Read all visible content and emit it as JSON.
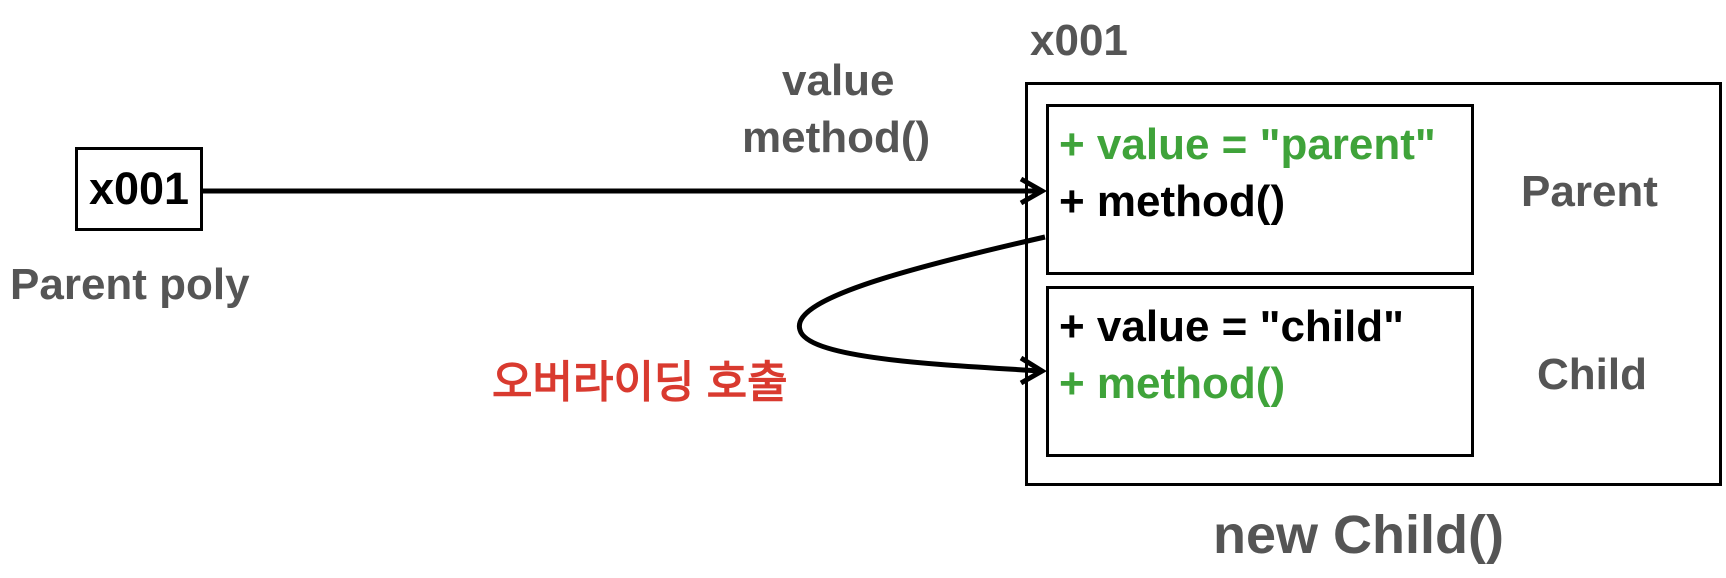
{
  "reference": {
    "box_label": "x001",
    "caption": "Parent poly"
  },
  "arrow_label": {
    "line1": "value",
    "line2": "method()"
  },
  "instance": {
    "address": "x001",
    "caption": "new Child()",
    "parent": {
      "name": "Parent",
      "field": "+ value = \"parent\"",
      "method": "+ method()"
    },
    "child": {
      "name": "Child",
      "field": "+ value = \"child\"",
      "method": "+ method()"
    }
  },
  "override_label": "오버라이딩 호출",
  "colors": {
    "text_gray": "#555555",
    "highlight_green": "#3fa33a",
    "override_red": "#d93a2f",
    "stroke": "#000000"
  }
}
